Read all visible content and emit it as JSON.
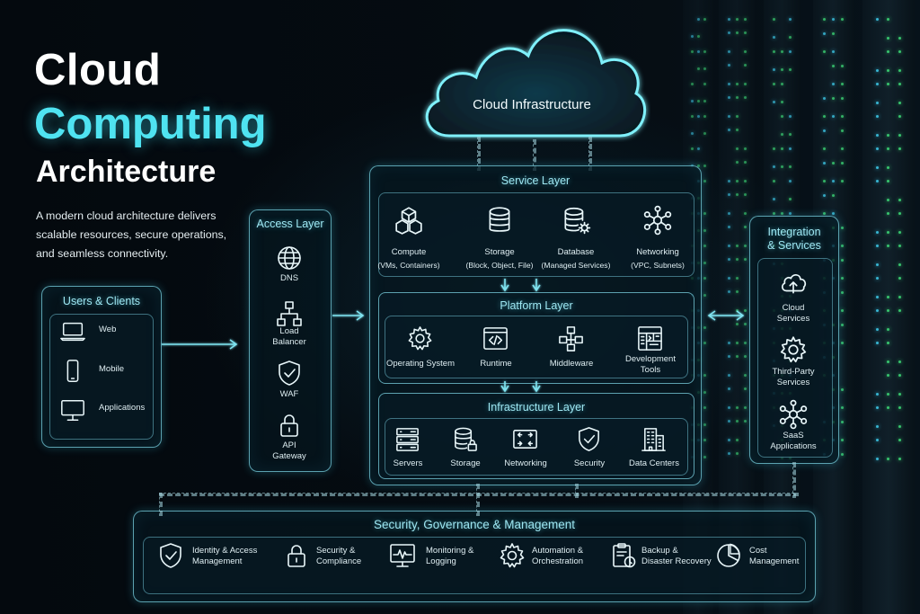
{
  "heading": {
    "line1": "Cloud",
    "line2": "Computing",
    "line3": "Architecture",
    "description": "A modern cloud architecture delivers scalable resources, secure operations, and seamless connectivity."
  },
  "cloud": {
    "label": "Cloud Infrastructure"
  },
  "users": {
    "title": "Users & Clients",
    "items": [
      {
        "label": "Web",
        "icon": "laptop-icon"
      },
      {
        "label": "Mobile",
        "icon": "smartphone-icon"
      },
      {
        "label": "Applications",
        "icon": "monitor-icon"
      }
    ]
  },
  "access": {
    "title": "Access Layer",
    "items": [
      {
        "label": "DNS",
        "icon": "globe-icon"
      },
      {
        "label": "Load\nBalancer",
        "icon": "load-balancer-icon"
      },
      {
        "label": "WAF",
        "icon": "shield-check-icon"
      },
      {
        "label": "API\nGateway",
        "icon": "lock-icon"
      }
    ]
  },
  "service": {
    "title": "Service Layer",
    "items": [
      {
        "label": "Compute",
        "sub": "(VMs, Containers)",
        "icon": "cubes-icon"
      },
      {
        "label": "Storage",
        "sub": "(Block, Object, File)",
        "icon": "storage-cylinder-icon"
      },
      {
        "label": "Database",
        "sub": "(Managed Services)",
        "icon": "database-gear-icon"
      },
      {
        "label": "Networking",
        "sub": "(VPC, Subnets)",
        "icon": "network-hub-icon"
      }
    ]
  },
  "platform": {
    "title": "Platform Layer",
    "items": [
      {
        "label": "Operating System",
        "icon": "gear-icon"
      },
      {
        "label": "Runtime",
        "icon": "code-window-icon"
      },
      {
        "label": "Middleware",
        "icon": "middleware-tree-icon"
      },
      {
        "label": "Development\nTools",
        "icon": "dev-tools-grid-icon"
      }
    ]
  },
  "infrastructure": {
    "title": "Infrastructure Layer",
    "items": [
      {
        "label": "Servers",
        "icon": "server-stack-icon"
      },
      {
        "label": "Storage",
        "icon": "storage-lock-icon"
      },
      {
        "label": "Networking",
        "icon": "network-switch-icon"
      },
      {
        "label": "Security",
        "icon": "shield-check-icon"
      },
      {
        "label": "Data Centers",
        "icon": "building-icon"
      }
    ]
  },
  "integration": {
    "title": "Integration\n& Services",
    "items": [
      {
        "label": "Cloud\nServices",
        "icon": "cloud-upload-icon"
      },
      {
        "label": "Third-Party\nServices",
        "icon": "gear-icon"
      },
      {
        "label": "SaaS\nApplications",
        "icon": "network-hub-icon"
      }
    ]
  },
  "governance": {
    "title": "Security, Governance & Management",
    "items": [
      {
        "label": "Identity & Access\nManagement",
        "icon": "shield-check-icon"
      },
      {
        "label": "Security &\nCompliance",
        "icon": "lock-icon"
      },
      {
        "label": "Monitoring &\nLogging",
        "icon": "monitor-pulse-icon"
      },
      {
        "label": "Automation &\nOrchestration",
        "icon": "gear-icon"
      },
      {
        "label": "Backup &\nDisaster Recovery",
        "icon": "clipboard-backup-icon"
      },
      {
        "label": "Cost\nManagement",
        "icon": "pie-chart-icon"
      }
    ]
  },
  "colors": {
    "accent": "#4fe3f1",
    "line": "#7fd6e4",
    "background": "#03080d"
  }
}
